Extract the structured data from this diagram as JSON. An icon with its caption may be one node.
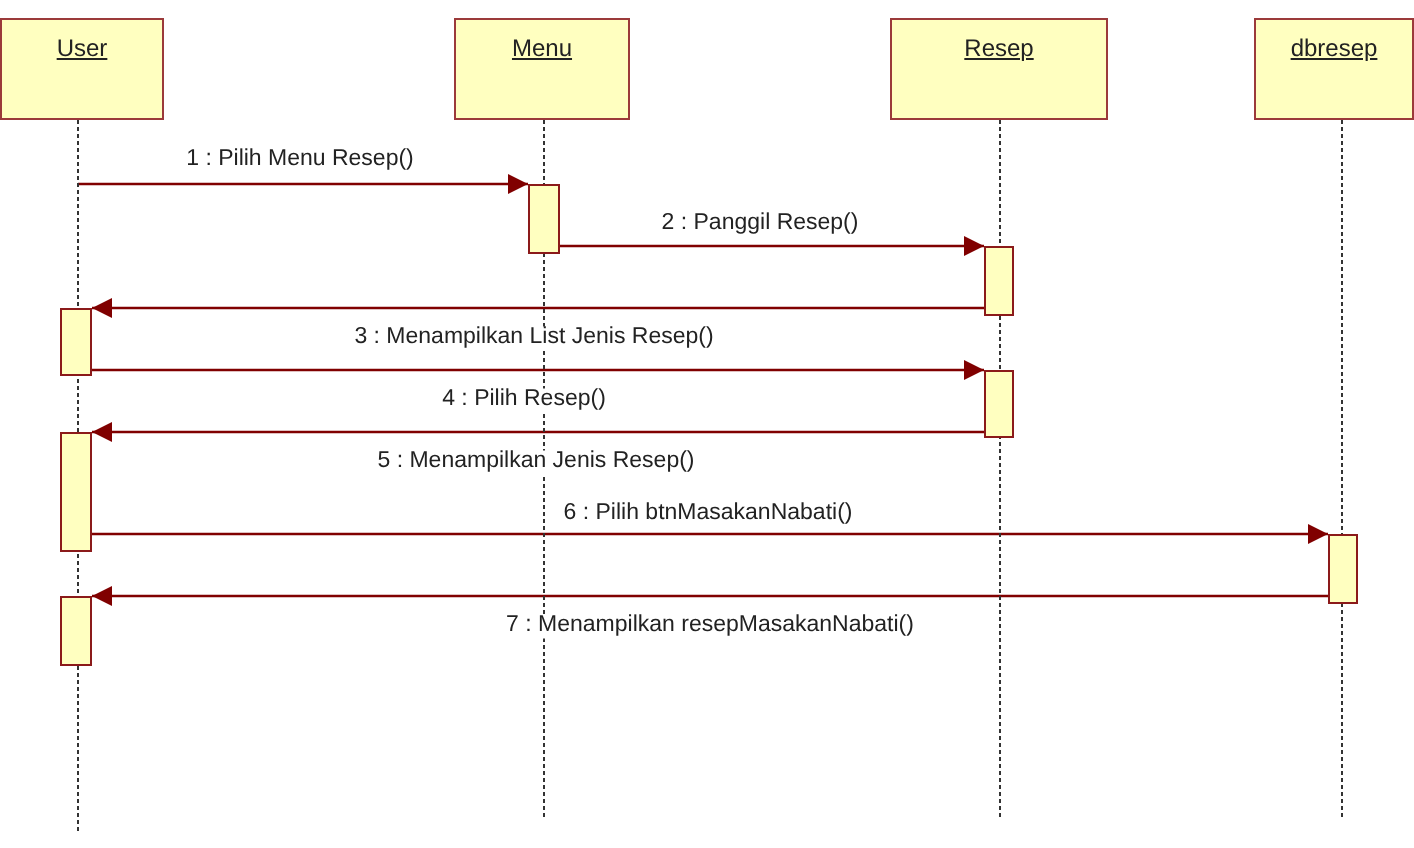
{
  "diagram": {
    "nodes": [
      {
        "text": [
          "User"
        ]
      },
      {
        "text": [
          "Menu"
        ]
      },
      {
        "text": [
          "Resep"
        ]
      },
      {
        "text": [
          "dbresep"
        ]
      },
      {
        "text": [],
        "shape": "bar"
      },
      {
        "text": [],
        "shape": "bar"
      },
      {
        "text": [],
        "shape": "bar"
      },
      {
        "text": [],
        "shape": "bar"
      },
      {
        "text": [],
        "shape": "bar"
      },
      {
        "text": [],
        "shape": "bar"
      },
      {
        "text": [],
        "shape": "bar"
      }
    ],
    "edges": [
      {
        "from": null,
        "to": 4,
        "arrow": "to",
        "label": "1 : Pilih Menu Resep()"
      },
      {
        "from": 4,
        "to": 5,
        "arrow": "to",
        "label": "2 : Panggil Resep()"
      },
      {
        "from": 5,
        "to": 6,
        "arrow": "to",
        "label": "3 : Menampilkan List Jenis Resep()"
      },
      {
        "from": 6,
        "to": 7,
        "arrow": "to",
        "label": "4 : Pilih Resep()"
      },
      {
        "from": 7,
        "to": 8,
        "arrow": "to",
        "label": "5 : Menampilkan Jenis Resep()"
      },
      {
        "from": 8,
        "to": 9,
        "arrow": "to",
        "label": "6 : Pilih btnMasakanNabati()"
      },
      {
        "from": 9,
        "to": 10,
        "arrow": "to",
        "label": "7 : Menampilkan resepMasakanNabati()"
      },
      {
        "from": 0,
        "to": null,
        "arrow": "none",
        "style": "dashed"
      },
      {
        "from": 1,
        "to": null,
        "arrow": "none",
        "style": "dashed"
      },
      {
        "from": 2,
        "to": null,
        "arrow": "none",
        "style": "dashed"
      },
      {
        "from": 3,
        "to": null,
        "arrow": "none",
        "style": "dashed"
      }
    ]
  }
}
